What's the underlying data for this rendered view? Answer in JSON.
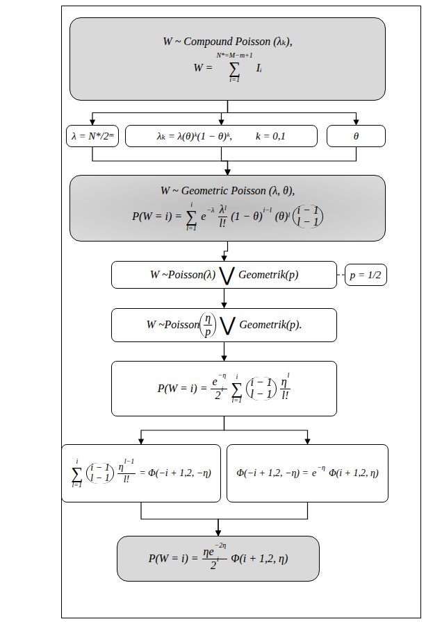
{
  "diagram": {
    "nodes": [
      {
        "text": [
          "W ~ Compound Poisson (λₖ),",
          "W =",
          "N*=M−m+1",
          "∑",
          "i=1",
          "Iᵢ"
        ]
      },
      {
        "text": [
          "λ = N*/2ᵐ"
        ]
      },
      {
        "text": [
          "λₖ = λ(θ)ᵏ(1 − θ)ᵏ,",
          "k = 0,1"
        ]
      },
      {
        "text": [
          "θ"
        ]
      },
      {
        "text": [
          "W ~ Geometric Poisson (λ, θ),",
          "P(W = i) =",
          "i",
          "∑",
          "l=1",
          "e",
          "−λ",
          "λˡ",
          "l!",
          "(1 − θ)",
          "i−l",
          "(θ)ˡ",
          "i − 1",
          "l − 1"
        ]
      },
      {
        "text": [
          "W ~Poisson(λ)",
          "⋁",
          "Geometrik(p)"
        ]
      },
      {
        "text": [
          "p = 1/2"
        ]
      },
      {
        "text": [
          "W ~Poisson",
          "η",
          "p",
          "⋁",
          "Geometrik(p)."
        ]
      },
      {
        "text": [
          "P(W = i) =",
          "e",
          "−η",
          "2",
          "i",
          "i",
          "∑",
          "l=1",
          "i − 1",
          "l − 1",
          "η",
          "l",
          "l!"
        ]
      },
      {
        "text": [
          "i",
          "∑",
          "l=1",
          "i − 1",
          "l − 1",
          "η",
          "l−1",
          "l!",
          "= Φ(−i + 1,2, −η)"
        ]
      },
      {
        "text": [
          "Φ(−i + 1,2, −η) =",
          "e",
          "−η",
          "Φ(i + 1,2, η)"
        ]
      },
      {
        "text": [
          "P(W = i) =",
          "η",
          "e",
          "−2η",
          "2",
          "i",
          "Φ(i + 1,2, η)"
        ]
      }
    ],
    "edges": [
      {
        "from": 0,
        "to": 1,
        "arrow": "to"
      },
      {
        "from": 0,
        "to": 2,
        "arrow": "to"
      },
      {
        "from": 0,
        "to": 3,
        "arrow": "to"
      },
      {
        "from": 1,
        "to": 4,
        "arrow": "to"
      },
      {
        "from": 2,
        "to": 4,
        "arrow": "to"
      },
      {
        "from": 3,
        "to": 4,
        "arrow": "to"
      },
      {
        "from": 4,
        "to": 5,
        "arrow": "to"
      },
      {
        "from": 5,
        "to": 6,
        "arrow": "none"
      },
      {
        "from": 5,
        "to": 7,
        "arrow": "to"
      },
      {
        "from": 7,
        "to": 8,
        "arrow": "to"
      },
      {
        "from": 8,
        "to": 9,
        "arrow": "to"
      },
      {
        "from": 8,
        "to": 10,
        "arrow": "to"
      },
      {
        "from": 9,
        "to": 11,
        "arrow": "to"
      },
      {
        "from": 10,
        "to": 11,
        "arrow": "to"
      }
    ]
  }
}
